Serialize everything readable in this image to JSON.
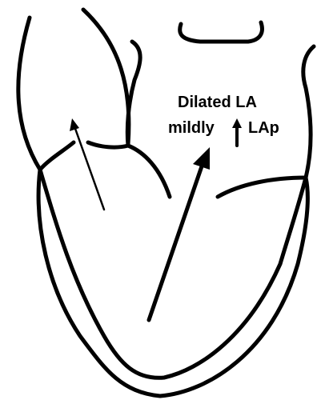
{
  "annotation": {
    "line1": "Dilated LA",
    "line2_before_arrow": "mildly",
    "line2_after_arrow": "LAp",
    "inline_arrow_icon": "up-arrow-icon"
  },
  "colors": {
    "stroke": "#000000",
    "background": "#ffffff"
  }
}
